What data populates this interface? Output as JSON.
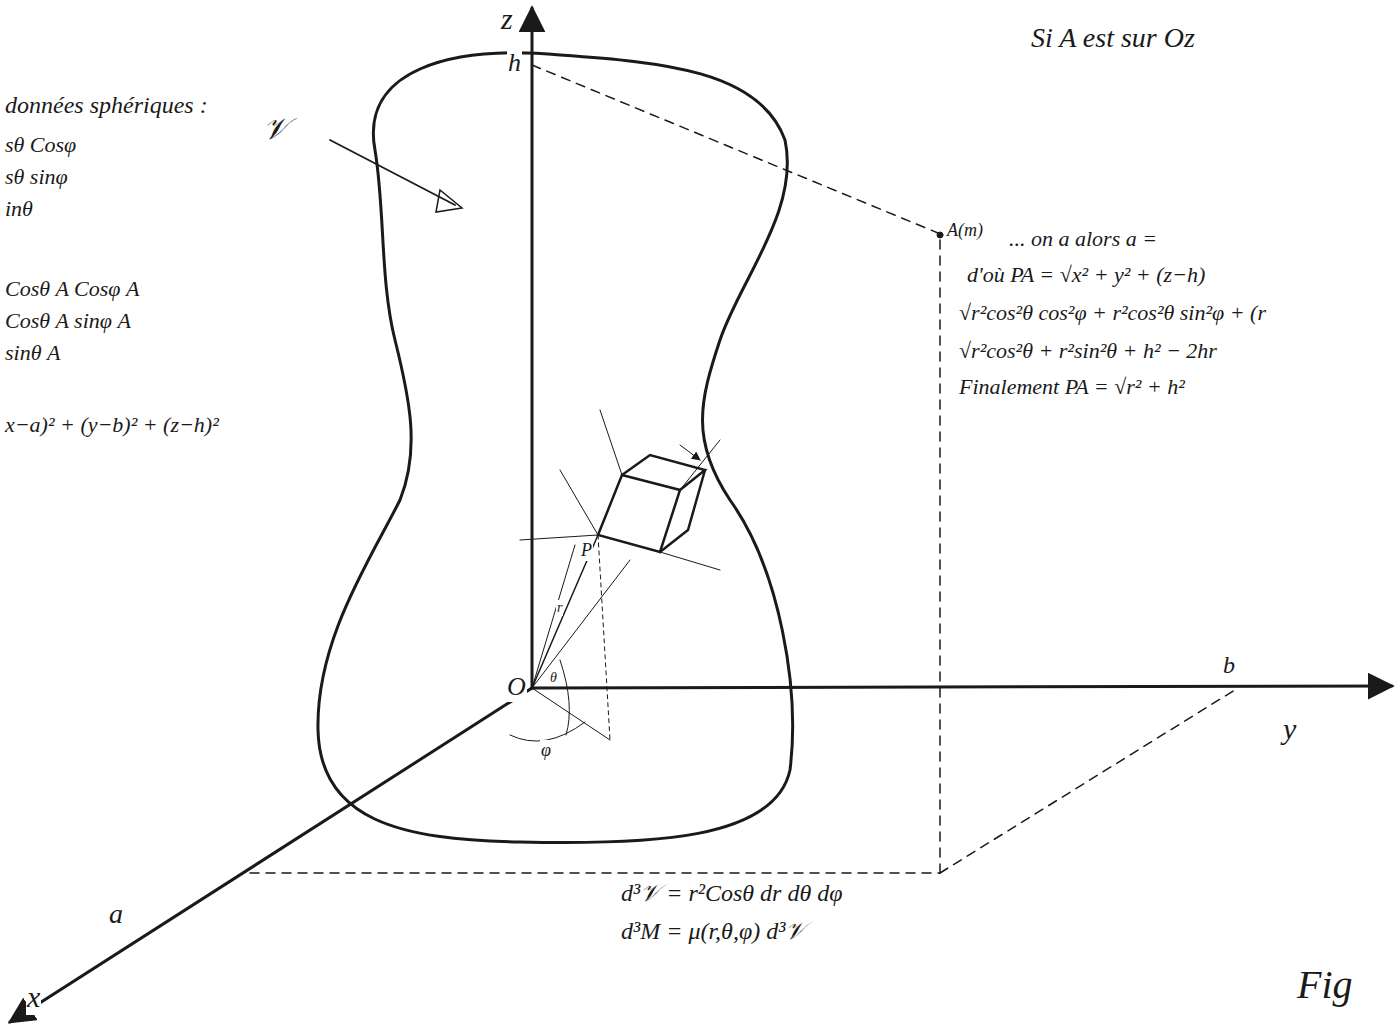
{
  "diagram": {
    "labels": [
      "données sphériques :",
      "sθ Cosφ",
      "sθ sinφ",
      "inθ",
      "Cosθ A Cosφ A",
      "Cosθ A sinφ A",
      "sinθ A",
      "x−a)² + (y−b)² + (z−h)²",
      "z",
      "h",
      "y",
      "b",
      "x",
      "a",
      "O",
      "𝒱",
      "P",
      "r",
      "θ",
      "φ",
      "A(m)",
      "Si A est sur Oz",
      "... on a alors a =",
      "d'où PA = √x² + y² + (z−h)",
      "√r²cos²θ cos²φ + r²cos²θ sin²φ + (r",
      "√r²cos²θ + r²sin²θ + h² − 2hr",
      "Finalement PA = √r² + h²",
      "Fig",
      "d³𝒱 = r²Cosθ dr dθ dφ",
      "d³M = μ(r,θ,φ) d³𝒱"
    ]
  }
}
